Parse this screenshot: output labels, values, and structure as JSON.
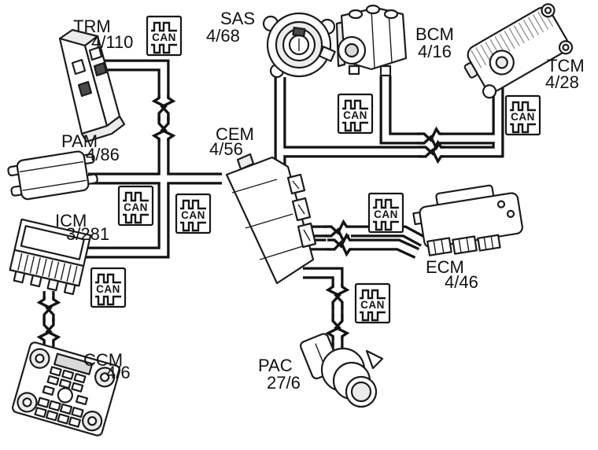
{
  "diagram": {
    "bus_label": "CAN",
    "modules": [
      {
        "id": "trm",
        "name": "TRM",
        "designation": "4/110"
      },
      {
        "id": "sas",
        "name": "SAS",
        "designation": "4/68"
      },
      {
        "id": "bcm",
        "name": "BCM",
        "designation": "4/16"
      },
      {
        "id": "tcm",
        "name": "TCM",
        "designation": "4/28"
      },
      {
        "id": "pam",
        "name": "PAM",
        "designation": "4/86"
      },
      {
        "id": "cem",
        "name": "CEM",
        "designation": "4/56"
      },
      {
        "id": "icm",
        "name": "ICM",
        "designation": "3/281"
      },
      {
        "id": "ecm",
        "name": "ECM",
        "designation": "4/46"
      },
      {
        "id": "ccm",
        "name": "CCM",
        "designation": "4/6"
      },
      {
        "id": "pac",
        "name": "PAC",
        "designation": "27/6"
      }
    ],
    "wires": [
      {
        "from": "TRM",
        "to": "ICM",
        "bus": "CAN"
      },
      {
        "from": "PAM",
        "to": "CEM",
        "bus": "CAN"
      },
      {
        "from": "SAS",
        "to": "CEM",
        "bus": "CAN"
      },
      {
        "from": "SAS",
        "to": "TCM",
        "bus": "CAN"
      },
      {
        "from": "BCM",
        "to": "TCM",
        "bus": "CAN"
      },
      {
        "from": "CEM",
        "to": "ECM",
        "bus": "CAN"
      },
      {
        "from": "CEM",
        "to": "PAC",
        "bus": "CAN"
      },
      {
        "from": "ICM",
        "to": "CCM",
        "bus": "CAN"
      }
    ],
    "can_tag_count": 8
  }
}
